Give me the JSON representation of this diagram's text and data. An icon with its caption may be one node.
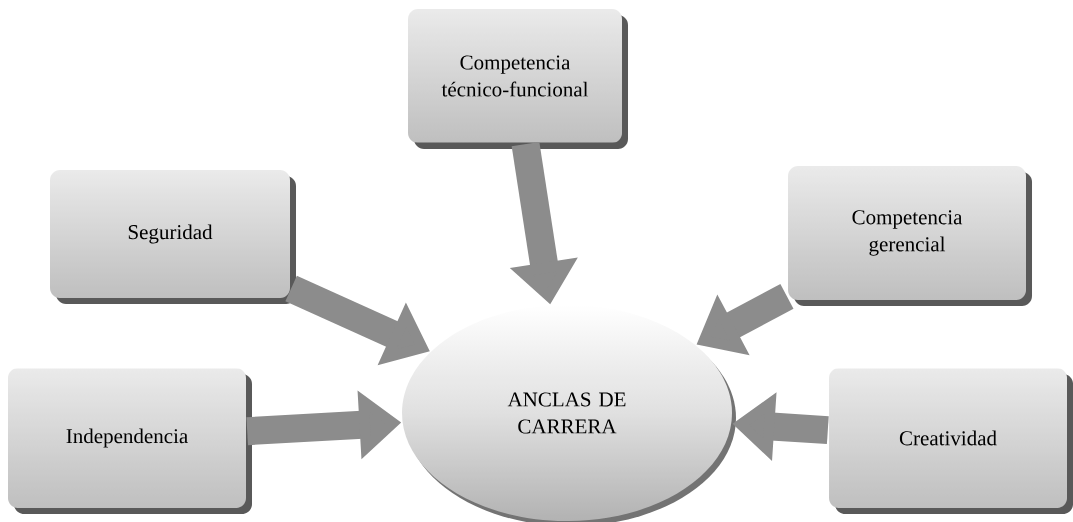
{
  "diagram": {
    "nodes": [
      {
        "text": [
          "Competencia técnico-funcional"
        ]
      },
      {
        "text": [
          "Seguridad"
        ]
      },
      {
        "text": [
          "Competencia gerencial"
        ]
      },
      {
        "text": [
          "Independencia"
        ]
      },
      {
        "text": [
          "ANCLAS DE CARRERA"
        ]
      },
      {
        "text": [
          "Creatividad"
        ]
      }
    ],
    "edges": [
      {
        "from": 0,
        "to": 4,
        "arrow": "to"
      },
      {
        "from": 1,
        "to": 4,
        "arrow": "to"
      },
      {
        "from": 2,
        "to": 4,
        "arrow": "to"
      },
      {
        "from": 3,
        "to": 4,
        "arrow": "to"
      },
      {
        "from": 5,
        "to": 4,
        "arrow": "to"
      }
    ]
  }
}
